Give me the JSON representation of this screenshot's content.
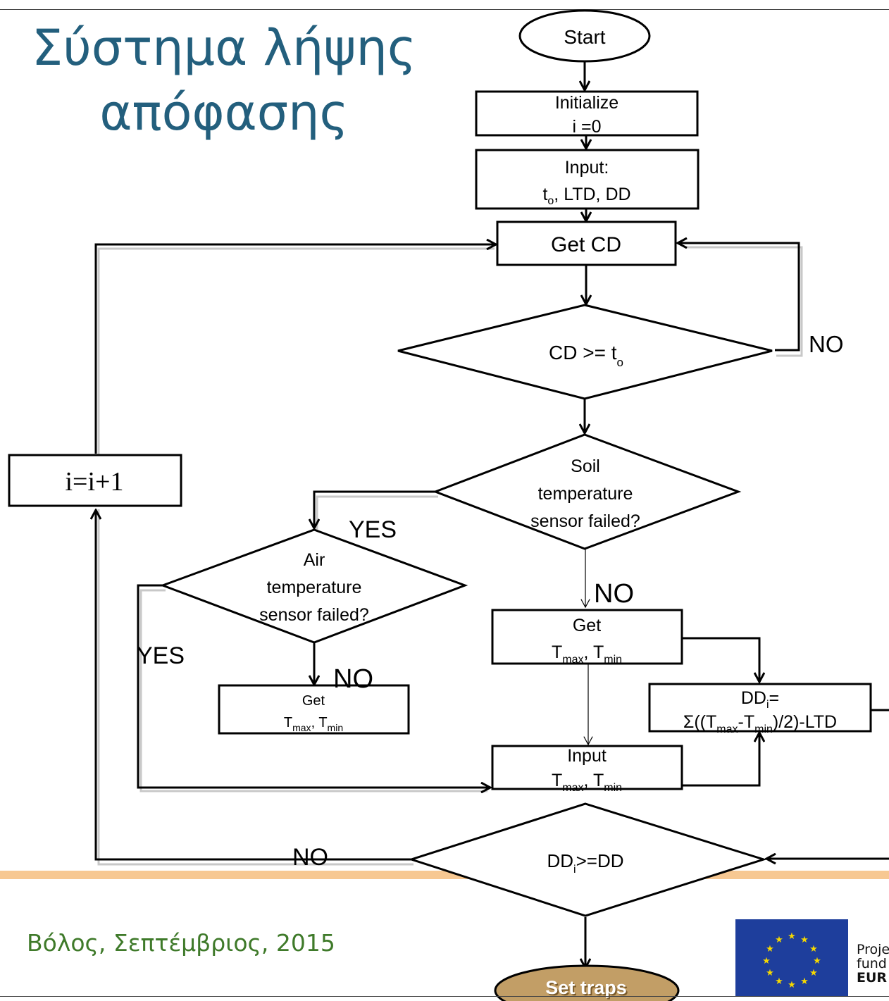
{
  "title": {
    "line1": "Σύστημα λήψης",
    "line2": "απόφασης"
  },
  "footer": {
    "location_date": "Βόλος, Σεπτέμβριος, 2015",
    "eu_text_line1": "Proje",
    "eu_text_line2": "fund",
    "eu_text_line3": "EUR"
  },
  "flowchart": {
    "start": "Start",
    "initialize_line1": "Initialize",
    "initialize_line2": "i =0",
    "input_line1": "Input:",
    "input_line2_t": "t",
    "input_line2_sub": "o",
    "input_line2_rest": ", LTD, DD",
    "get_cd": "Get CD",
    "cd_check_main": "CD >= t",
    "cd_check_sub": "o",
    "no_loop_cd": "NO",
    "soil_line1": "Soil",
    "soil_line2": "temperature",
    "soil_line3": "sensor failed?",
    "air_line1": "Air",
    "air_line2": "temperature",
    "air_line3": "sensor failed?",
    "yes_soil": "YES",
    "no_soil": "NO",
    "yes_air": "YES",
    "no_air": "NO",
    "get_line1": "Get",
    "T": "T",
    "sub_max": "max",
    "sub_min": "min",
    "comma": ", ",
    "input_plain": "Input",
    "dd_line1_main": "DD",
    "dd_line1_sub": "i",
    "dd_line1_rest": "=",
    "dd_line2_a": "Σ((T",
    "dd_line2_dash": "-T",
    "dd_line2_b": ")/2)-LTD",
    "increment": "i=i+1",
    "dd_check_main": "DD",
    "dd_check_sub": "i",
    "dd_check_rest": ">=DD",
    "no_dd": "NO",
    "set_traps": "Set traps"
  }
}
